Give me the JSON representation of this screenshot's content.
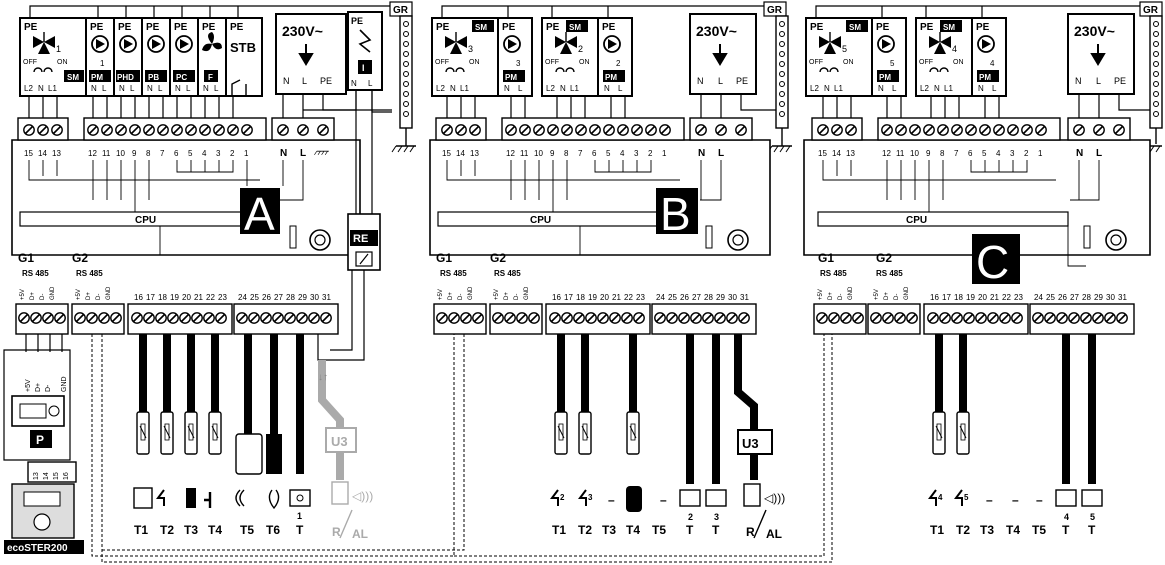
{
  "common": {
    "pe": "PE",
    "gr": "GR",
    "power": "230V~",
    "n": "N",
    "l": "L",
    "cpu": "CPU",
    "g1": "G1",
    "g2": "G2",
    "rs485": "RS 485",
    "off": "OFF",
    "on": "ON",
    "sm": "SM",
    "pm": "PM",
    "l2": "L2",
    "l1": "L1",
    "bus_pins": [
      "+5V",
      "D+",
      "D-",
      "GND"
    ],
    "pins_top": [
      "12",
      "11",
      "10",
      "9",
      "8",
      "7",
      "6",
      "5",
      "4",
      "3",
      "2",
      "1"
    ],
    "pins_valve": [
      "15",
      "14",
      "13"
    ],
    "pins_bottom_a": [
      "16",
      "17",
      "18",
      "19",
      "20",
      "21",
      "22",
      "23"
    ],
    "pins_bottom_b": [
      "24",
      "25",
      "26",
      "27",
      "28",
      "29",
      "30",
      "31"
    ]
  },
  "module_a": {
    "letter": "A",
    "valve_no": "1",
    "pumps": [
      {
        "label": "PM",
        "no": "1"
      },
      {
        "label": "PHD"
      },
      {
        "label": "PB"
      },
      {
        "label": "PC"
      }
    ],
    "fan": "F",
    "stb": "STB",
    "relay_i": "I",
    "relay_re": "RE",
    "u3": "U3",
    "panel_p": "P",
    "ecoster": "ecoSTER200",
    "ecoster_pins": [
      "13",
      "14",
      "15",
      "16"
    ],
    "sensor_labels": [
      "T1",
      "T2",
      "T3",
      "T4",
      "T5",
      "T6",
      "T"
    ],
    "sensor_sub": [
      "1"
    ],
    "ral": "R",
    "al": "AL"
  },
  "module_b": {
    "letter": "B",
    "valves": [
      {
        "no": "3"
      },
      {
        "no": "2"
      }
    ],
    "pm_nos": [
      "3",
      "2"
    ],
    "u3": "U3",
    "sensor_labels": [
      "T1",
      "T2",
      "T3",
      "T4",
      "T5",
      "T",
      "T"
    ],
    "sensor_nos": [
      "2",
      "3"
    ],
    "t_sub": [
      "2",
      "3"
    ],
    "ral": "R",
    "al": "AL",
    "dash": "–"
  },
  "module_c": {
    "letter": "C",
    "valves": [
      {
        "no": "5"
      },
      {
        "no": "4"
      }
    ],
    "pm_nos": [
      "5",
      "4"
    ],
    "sensor_labels": [
      "T1",
      "T2",
      "T3",
      "T4",
      "T5",
      "T",
      "T"
    ],
    "sensor_nos": [
      "4",
      "5"
    ],
    "t_sub": [
      "4",
      "5"
    ],
    "dash": "–"
  }
}
